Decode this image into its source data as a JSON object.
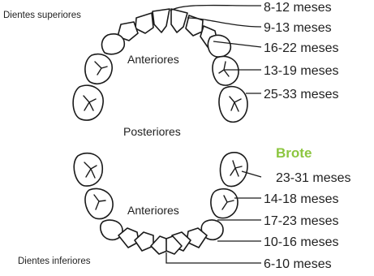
{
  "labels": {
    "upper_jaw": "Dientes superiores",
    "lower_jaw": "Dientes inferiores",
    "upper_front": "Anteriores",
    "lower_front": "Anteriores",
    "back": "Posteriores",
    "heading": "Brote"
  },
  "upper_ages": [
    "8-12 meses",
    "9-13 meses",
    "16-22 meses",
    "13-19 meses",
    "25-33 meses"
  ],
  "lower_ages": [
    "23-31 meses",
    "14-18 meses",
    "17-23 meses",
    "10-16 meses",
    "6-10 meses"
  ],
  "colors": {
    "heading": "#8cc63f",
    "ink": "#1a1a1a"
  }
}
